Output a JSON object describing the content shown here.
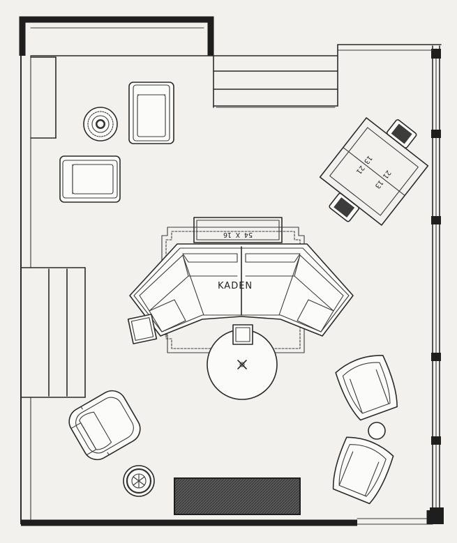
{
  "floor_plan": {
    "sofa_label": "KADEN",
    "coffee_table_label": "54 X 16",
    "game_table_labels": [
      "13 21",
      "21 13"
    ]
  },
  "colors": {
    "paper": "#f2f1ed",
    "ink": "#2a2a2a",
    "wall": "#1e1e1e",
    "wood": "#d9d6cf",
    "media_console": "#4a4a4a"
  }
}
